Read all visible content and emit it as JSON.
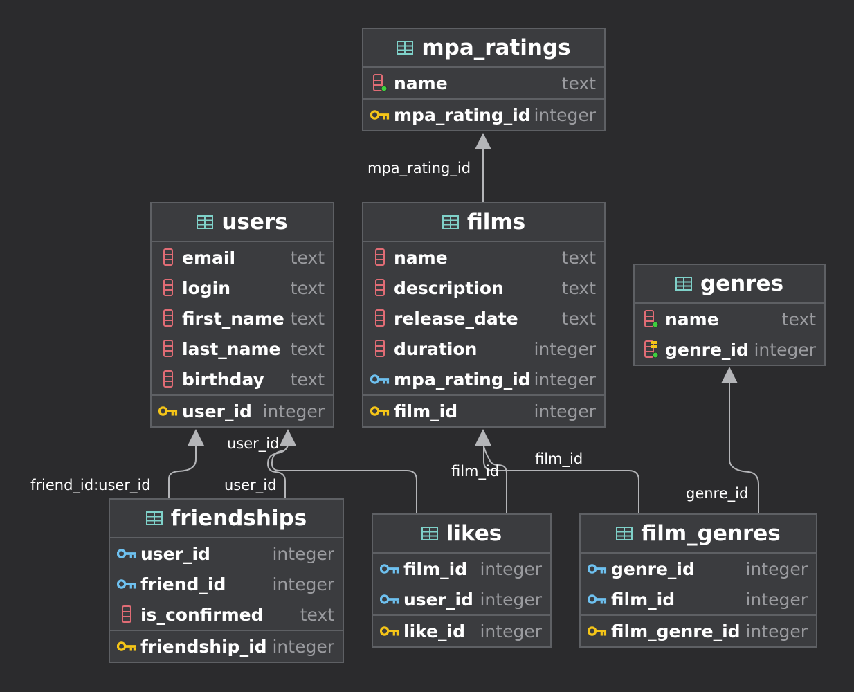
{
  "colors": {
    "background": "#2b2b2d",
    "table_bg": "#3b3c3f",
    "border": "#5e6064",
    "column_icon": "#e06c75",
    "primary_key": "#f5c518",
    "foreign_key": "#6ec1f0",
    "table_icon": "#7fd1c9",
    "edge": "#b4b5b8",
    "type_text": "#9a9b9f"
  },
  "tables": {
    "mpa_ratings": {
      "name": "mpa_ratings",
      "columns": [
        {
          "name": "name",
          "type": "text",
          "icon": "column-unique-icon"
        }
      ],
      "keys": [
        {
          "name": "mpa_rating_id",
          "type": "integer",
          "icon": "primary-key-icon"
        }
      ]
    },
    "users": {
      "name": "users",
      "columns": [
        {
          "name": "email",
          "type": "text",
          "icon": "column-icon"
        },
        {
          "name": "login",
          "type": "text",
          "icon": "column-icon"
        },
        {
          "name": "first_name",
          "type": "text",
          "icon": "column-icon"
        },
        {
          "name": "last_name",
          "type": "text",
          "icon": "column-icon"
        },
        {
          "name": "birthday",
          "type": "text",
          "icon": "column-icon"
        }
      ],
      "keys": [
        {
          "name": "user_id",
          "type": "integer",
          "icon": "primary-key-icon"
        }
      ]
    },
    "films": {
      "name": "films",
      "columns": [
        {
          "name": "name",
          "type": "text",
          "icon": "column-icon"
        },
        {
          "name": "description",
          "type": "text",
          "icon": "column-icon"
        },
        {
          "name": "release_date",
          "type": "text",
          "icon": "column-icon"
        },
        {
          "name": "duration",
          "type": "integer",
          "icon": "column-icon"
        },
        {
          "name": "mpa_rating_id",
          "type": "integer",
          "icon": "foreign-key-icon"
        }
      ],
      "keys": [
        {
          "name": "film_id",
          "type": "integer",
          "icon": "primary-key-icon"
        }
      ]
    },
    "genres": {
      "name": "genres",
      "columns": [
        {
          "name": "name",
          "type": "text",
          "icon": "column-unique-icon"
        },
        {
          "name": "genre_id",
          "type": "integer",
          "icon": "column-index-icon"
        }
      ],
      "keys": []
    },
    "friendships": {
      "name": "friendships",
      "columns": [
        {
          "name": "user_id",
          "type": "integer",
          "icon": "foreign-key-icon"
        },
        {
          "name": "friend_id",
          "type": "integer",
          "icon": "foreign-key-icon"
        },
        {
          "name": "is_confirmed",
          "type": "text",
          "icon": "column-icon"
        }
      ],
      "keys": [
        {
          "name": "friendship_id",
          "type": "integer",
          "icon": "primary-key-icon"
        }
      ]
    },
    "likes": {
      "name": "likes",
      "columns": [
        {
          "name": "film_id",
          "type": "integer",
          "icon": "foreign-key-icon"
        },
        {
          "name": "user_id",
          "type": "integer",
          "icon": "foreign-key-icon"
        }
      ],
      "keys": [
        {
          "name": "like_id",
          "type": "integer",
          "icon": "primary-key-icon"
        }
      ]
    },
    "film_genres": {
      "name": "film_genres",
      "columns": [
        {
          "name": "genre_id",
          "type": "integer",
          "icon": "foreign-key-icon"
        },
        {
          "name": "film_id",
          "type": "integer",
          "icon": "foreign-key-icon"
        }
      ],
      "keys": [
        {
          "name": "film_genre_id",
          "type": "integer",
          "icon": "primary-key-icon"
        }
      ]
    }
  },
  "edges": {
    "films_mpa": "mpa_rating_id",
    "friendships_user": "user_id",
    "friendships_friend": "friend_id:user_id",
    "likes_user": "user_id",
    "likes_film": "film_id",
    "film_genres_film": "film_id",
    "film_genres_genre": "genre_id"
  }
}
